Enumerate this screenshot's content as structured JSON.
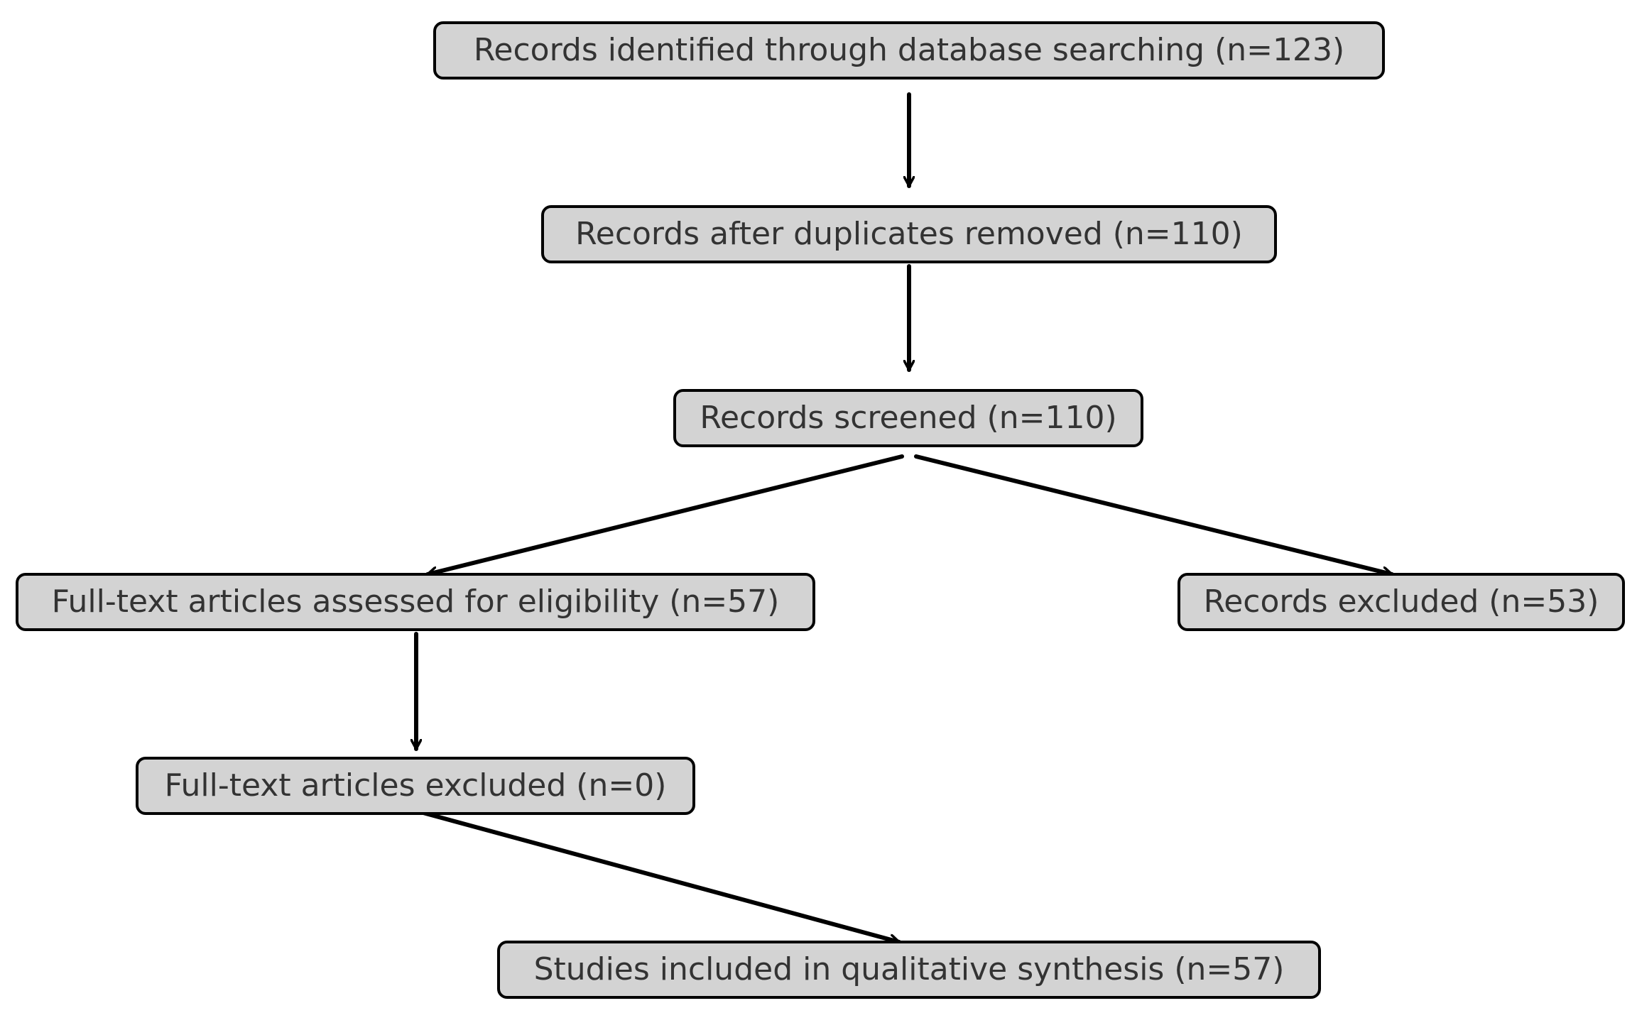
{
  "diagram": {
    "nodes": [
      {
        "id": "identified",
        "label": "Records identified through database searching (n=123)"
      },
      {
        "id": "deduplicated",
        "label": "Records after duplicates removed (n=110)"
      },
      {
        "id": "screened",
        "label": "Records screened (n=110)"
      },
      {
        "id": "fulltext_assessed",
        "label": "Full-text articles assessed for eligibility (n=57)"
      },
      {
        "id": "records_excluded",
        "label": "Records excluded (n=53)"
      },
      {
        "id": "fulltext_excluded",
        "label": "Full-text articles excluded (n=0)"
      },
      {
        "id": "included",
        "label": "Studies included in qualitative synthesis (n=57)"
      }
    ],
    "edges": [
      {
        "from": "identified",
        "to": "deduplicated"
      },
      {
        "from": "deduplicated",
        "to": "screened"
      },
      {
        "from": "screened",
        "to": "fulltext_assessed"
      },
      {
        "from": "screened",
        "to": "records_excluded"
      },
      {
        "from": "fulltext_assessed",
        "to": "fulltext_excluded"
      },
      {
        "from": "fulltext_excluded",
        "to": "included"
      }
    ],
    "colors": {
      "node_fill": "#d3d3d3",
      "node_border": "#000000",
      "text": "#333333",
      "arrow": "#000000"
    }
  }
}
